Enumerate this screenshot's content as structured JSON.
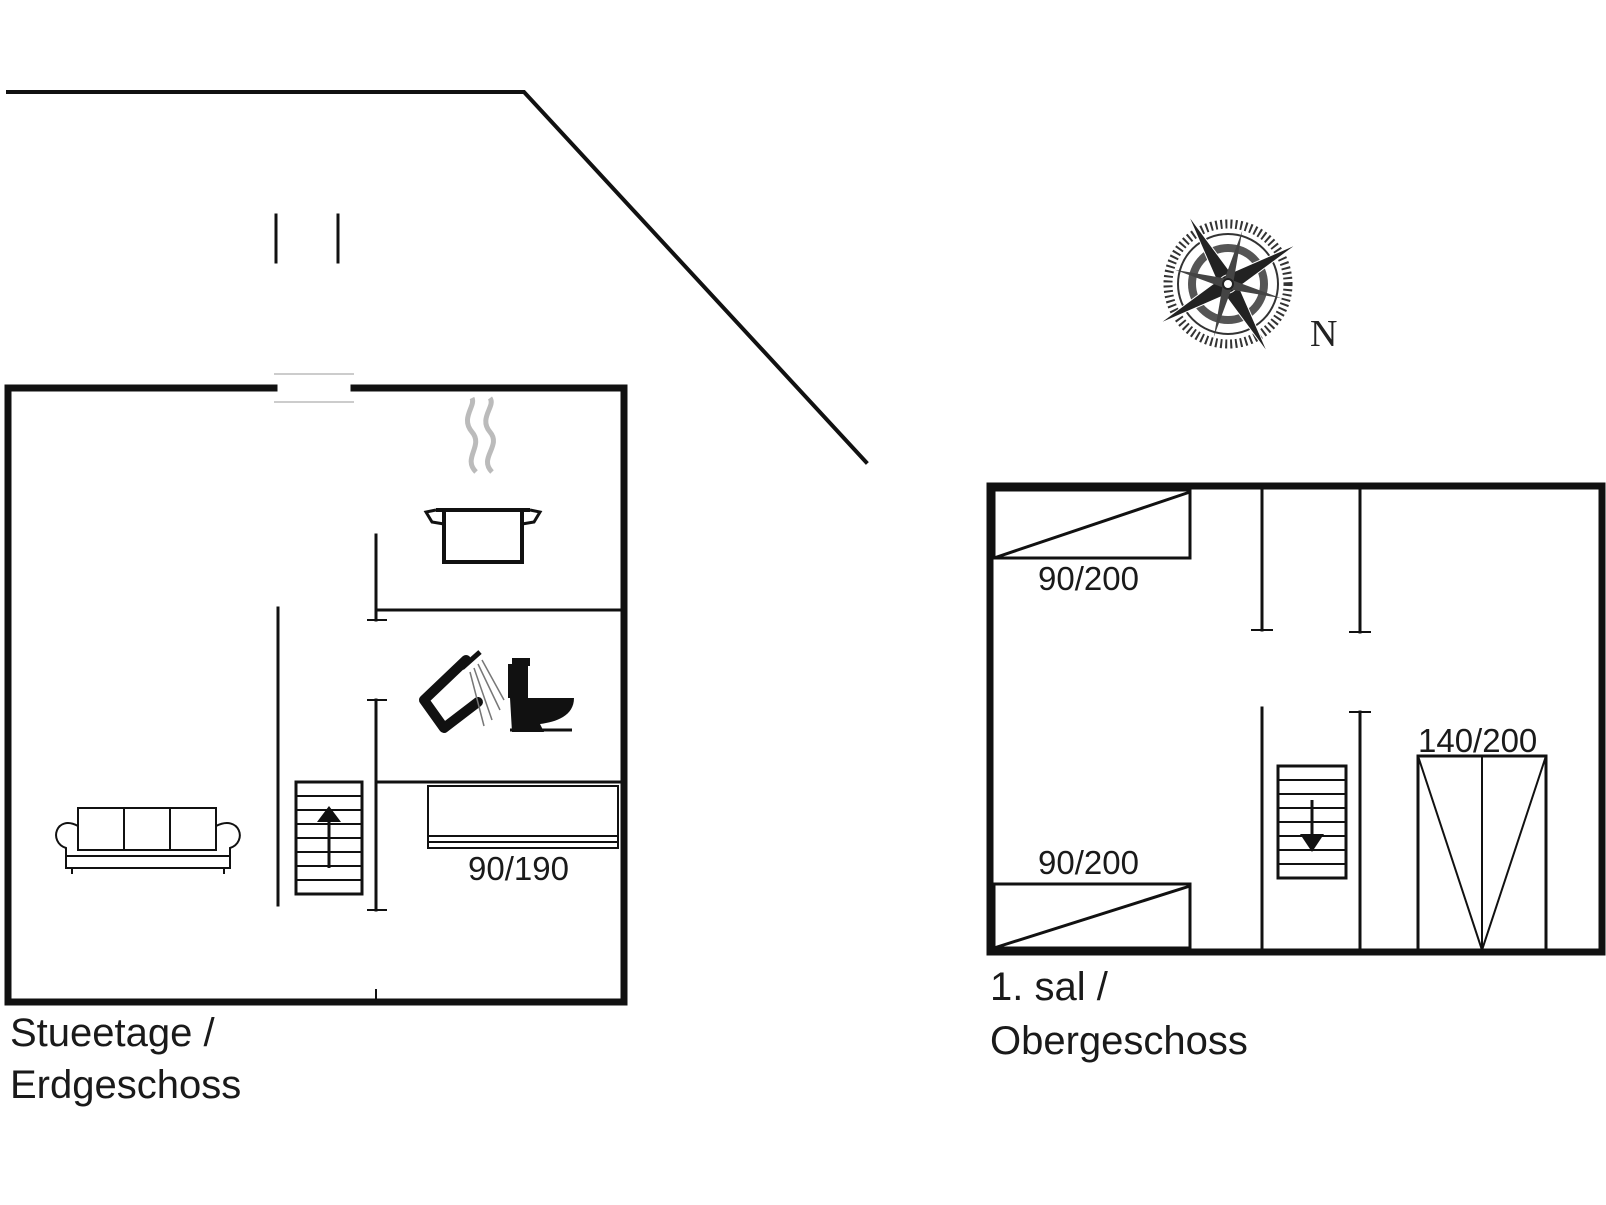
{
  "compass": {
    "north_label": "N",
    "icon": "compass-rose-icon"
  },
  "ground_floor": {
    "label_line1": "Stueetage /",
    "label_line2": "Erdgeschoss",
    "bed_label": "90/190",
    "icons": [
      "sofa-icon",
      "stairs-up-icon",
      "cooking-pot-icon",
      "shower-icon",
      "toilet-icon",
      "bed-icon"
    ]
  },
  "upper_floor": {
    "label_line1": "1. sal /",
    "label_line2": "Obergeschoss",
    "bed_labels": [
      "90/200",
      "90/200",
      "140/200"
    ],
    "icons": [
      "bed-icon",
      "bed-icon",
      "stairs-down-icon",
      "bed-icon"
    ]
  },
  "colors": {
    "line": "#111111",
    "steam": "#bbbbbb",
    "background": "#ffffff"
  }
}
